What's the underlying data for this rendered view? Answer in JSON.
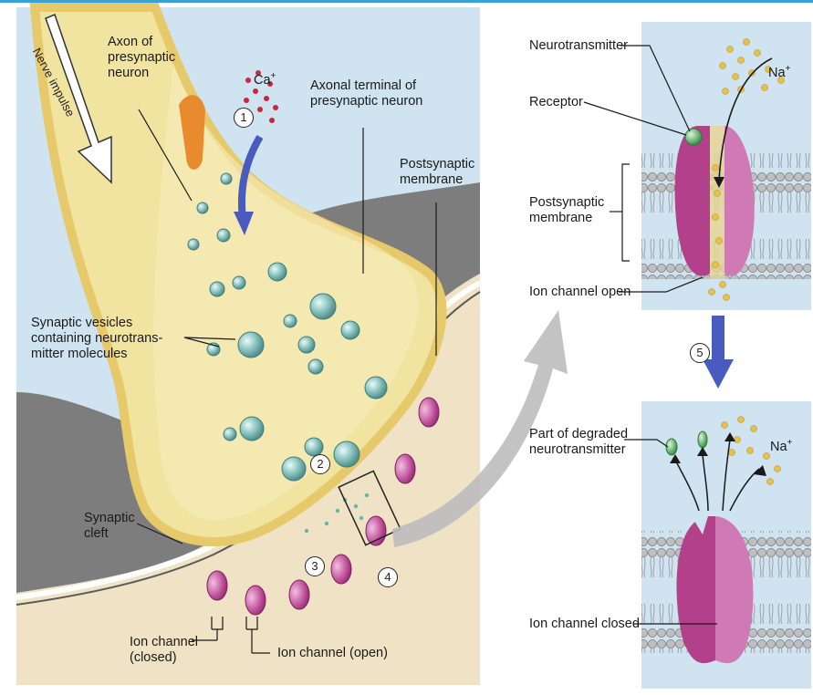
{
  "labels": {
    "nerve_impulse": "Nerve impulse",
    "ca": "Ca",
    "ca_charge": "+",
    "axon": "Axon of\npresynaptic\nneuron",
    "axonal_terminal": "Axonal terminal of\npresynaptic neuron",
    "postsynaptic_membrane_left": "Postsynaptic\nmembrane",
    "synaptic_vesicles": "Synaptic vesicles\ncontaining neurotrans-\nmitter molecules",
    "synaptic_cleft": "Synaptic\ncleft",
    "ion_channel_closed_left": "Ion channel\n(closed)",
    "ion_channel_open_left": "Ion channel (open)",
    "neurotransmitter": "Neurotransmitter",
    "receptor": "Receptor",
    "postsynaptic_membrane_right": "Postsynaptic\nmembrane",
    "ion_channel_open_right": "Ion channel open",
    "na_top": "Na",
    "na_bottom": "Na",
    "na_charge": "+",
    "degraded_neurotransmitter": "Part of degraded\nneurotransmitter",
    "ion_channel_closed_right": "Ion channel closed"
  },
  "steps": [
    "1",
    "2",
    "3",
    "4",
    "5"
  ],
  "colors": {
    "extracellular": "#cfe3f1",
    "cytoplasm": "#f1e3a0",
    "axon_edge": "#e6c96a",
    "cleft": "#7d7d7d",
    "postsynaptic": "#f0e2c5",
    "vesicle": "#8cc3c0",
    "channel": "#c0509a",
    "neurotransmitter": "#e8c14a",
    "receptor": "#3fa04c",
    "step_arrow": "#4a5bbf"
  }
}
